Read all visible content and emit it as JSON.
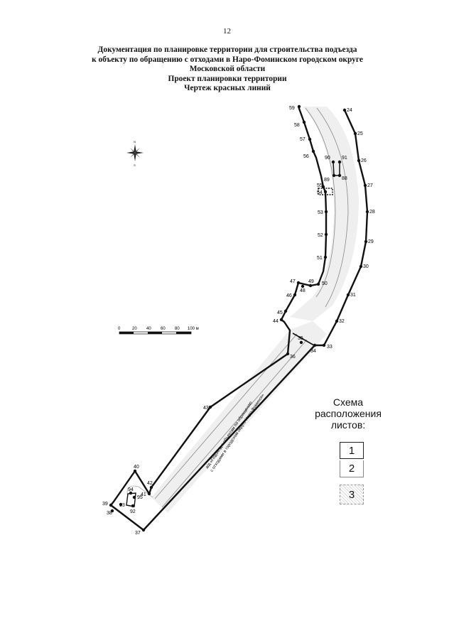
{
  "page_number": "12",
  "title": {
    "line1": "Документация по планировке территории для строительства подъезда",
    "line2": "к объекту по обращению с отходами в Наро-Фоминском городском округе",
    "line3": "Московской области",
    "line4": "Проект планировки территории",
    "line5": "Чертеж красных линий"
  },
  "compass": {
    "north": "N",
    "south": "S"
  },
  "scale_bar": {
    "labels": [
      "0",
      "20",
      "40",
      "60",
      "80",
      "100 м"
    ]
  },
  "road_label": {
    "line1": "а/д «Подъезд к объектам по обращению",
    "line2": "с отходами в городском округе Наро-Фоминск»"
  },
  "points": [
    "59",
    "24",
    "58",
    "25",
    "57",
    "56",
    "90",
    "91",
    "26",
    "89",
    "88",
    "55",
    "27",
    "54",
    "53",
    "28",
    "52",
    "29",
    "51",
    "30",
    "47",
    "49",
    "48",
    "50",
    "46",
    "31",
    "45",
    "44",
    "32",
    "35",
    "33",
    "34",
    "36",
    "43",
    "40",
    "42",
    "41",
    "39",
    "93",
    "94",
    "95",
    "38",
    "92",
    "37"
  ],
  "sheet_scheme": {
    "label_line1": "Схема",
    "label_line2": "расположения",
    "label_line3": "листов:",
    "sheets": [
      "1",
      "2",
      "3"
    ]
  }
}
